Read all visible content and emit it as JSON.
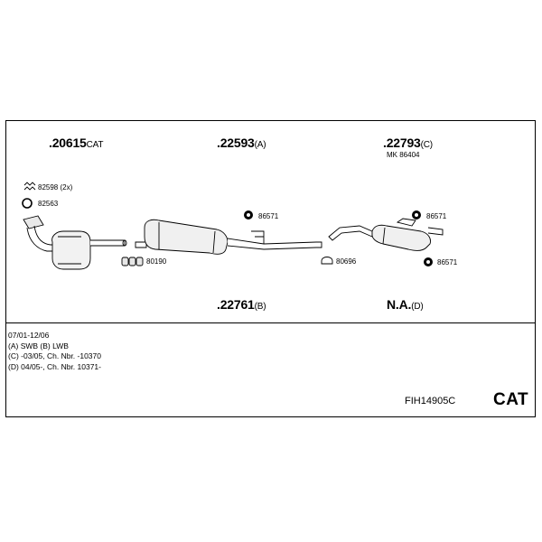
{
  "parts": {
    "p1": {
      "number": ".20615",
      "suffix": "CAT"
    },
    "p2": {
      "number": ".22593",
      "suffix": "(A)"
    },
    "p3": {
      "number": ".22793",
      "suffix": "(C)"
    },
    "p3_kit": "MK  86404",
    "p4": {
      "number": ".22761",
      "suffix": "(B)"
    },
    "p5": {
      "number": "N.A.",
      "suffix": "(D)"
    }
  },
  "accessories": {
    "a1": "82598 (2x)",
    "a2": "82563",
    "a3": "80190",
    "a4": "86571",
    "a5": "80696",
    "a6": "86571",
    "a7": "86571"
  },
  "legend": [
    "07/01-12/06",
    "(A) SWB (B) LWB",
    "(C) -03/05, Ch. Nbr. -10370",
    "(D) 04/05-, Ch. Nbr. 10371-"
  ],
  "footer": {
    "code": "FIH14905C",
    "type": "CAT"
  }
}
